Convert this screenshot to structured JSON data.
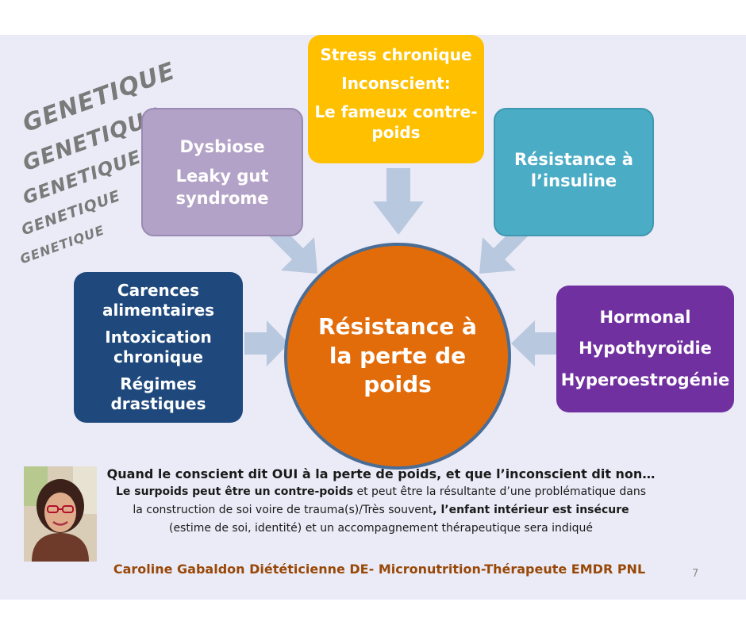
{
  "genetique_words": [
    "GENETIQUE",
    "GENETIQUE",
    "GENETIQUE",
    "GENETIQUE",
    "GENETIQUE"
  ],
  "boxes": {
    "stress": {
      "lines": [
        "Stress chronique",
        "Inconscient:",
        "Le fameux contre-",
        "poids"
      ],
      "color": "#ffc000"
    },
    "dysbiose": {
      "lines": [
        "Dysbiose",
        "Leaky gut",
        "syndrome"
      ],
      "color": "#b3a2c7"
    },
    "insuline": {
      "lines": [
        "Résistance à",
        "l’insuline"
      ],
      "color": "#4bacc6"
    },
    "carences": {
      "lines": [
        "Carences",
        "alimentaires",
        "Intoxication",
        "chronique",
        "Régimes",
        "drastiques"
      ],
      "color": "#1f497d"
    },
    "hormonal": {
      "lines": [
        "Hormonal",
        "Hypothyroïdie",
        "Hyperoestrogénie"
      ],
      "color": "#7030a0"
    }
  },
  "center": {
    "lines": [
      "Résistance à",
      "la perte de",
      "poids"
    ],
    "color": "#e36c0a"
  },
  "arrow_color": "#b8c8de",
  "caption": {
    "headline": "Quand le conscient dit OUI à la perte de poids, et que l’inconscient dit non…",
    "line1_bold": "Le surpoids peut être un contre-poids",
    "line1_rest": " et peut être la résultante d’une problématique dans",
    "line2_start": "la construction de soi voire de trauma(s)/Très souvent",
    "line2_bold": ", l’enfant intérieur est insécure",
    "line3": "(estime de soi, identité) et un accompagnement thérapeutique sera indiqué"
  },
  "author": "Caroline Gabaldon Diététicienne DE- Micronutrition-Thérapeute EMDR PNL",
  "author_color": "#984807",
  "page_number": "7"
}
